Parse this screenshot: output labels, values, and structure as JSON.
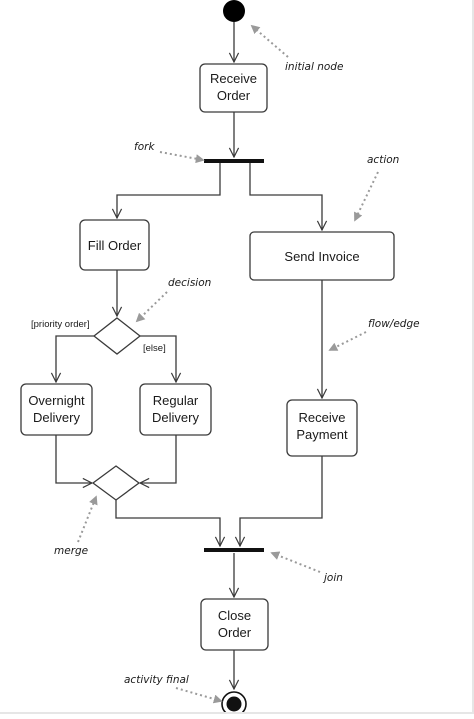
{
  "diagram": {
    "nodes": {
      "initial": {
        "type": "initial-node"
      },
      "receive_order": {
        "lines": [
          "Receive",
          "Order"
        ]
      },
      "fill_order": {
        "lines": [
          "Fill Order"
        ]
      },
      "send_invoice": {
        "lines": [
          "Send Invoice"
        ]
      },
      "overnight_delivery": {
        "lines": [
          "Overnight",
          "Delivery"
        ]
      },
      "regular_delivery": {
        "lines": [
          "Regular",
          "Delivery"
        ]
      },
      "receive_payment": {
        "lines": [
          "Receive",
          "Payment"
        ]
      },
      "close_order": {
        "lines": [
          "Close",
          "Order"
        ]
      },
      "final": {
        "type": "activity-final"
      }
    },
    "guards": {
      "priority": "[priority order]",
      "else": "[else]"
    },
    "annotations": {
      "initial_node": "initial node",
      "fork": "fork",
      "action": "action",
      "decision": "decision",
      "flow_edge": "flow/edge",
      "merge": "merge",
      "join": "join",
      "activity_final": "activity final"
    },
    "colors": {
      "line": "#3a3a3a",
      "annotation_arrow": "#9a9a9a",
      "node_fill": "#ffffff"
    }
  }
}
